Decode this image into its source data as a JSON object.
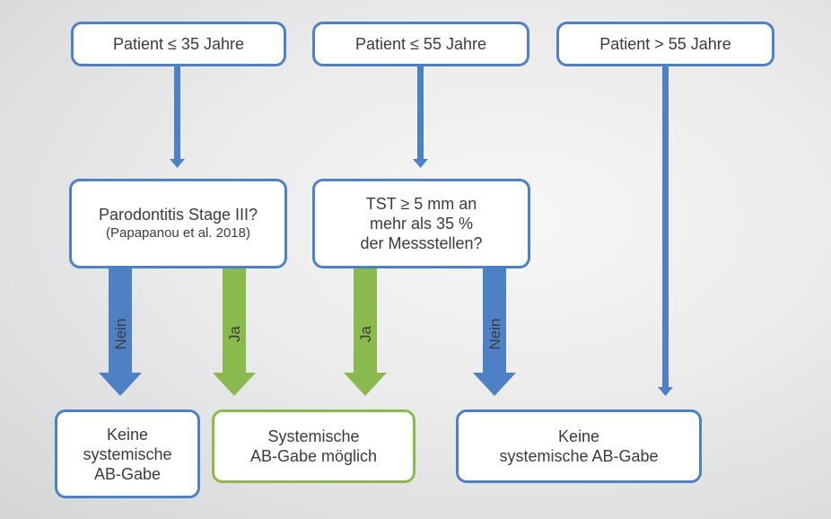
{
  "top_row": {
    "age_35": "Patient ≤ 35 Jahre",
    "age_55": "Patient ≤ 55 Jahre",
    "age_over_55": "Patient > 55 Jahre"
  },
  "decisions": {
    "parodontitis_question": "Parodontitis Stage III?",
    "parodontitis_reference": "(Papapanou et al. 2018)",
    "tst_line1": "TST ≥ 5 mm an",
    "tst_line2": "mehr als 35 %",
    "tst_line3": "der Messstellen?"
  },
  "arrow_labels": {
    "nein_left": "Nein",
    "ja_left": "Ja",
    "ja_right": "Ja",
    "nein_right": "Nein"
  },
  "outcomes": {
    "keine_left_line1": "Keine",
    "keine_left_line2": "systemische",
    "keine_left_line3": "AB-Gabe",
    "systemische_line1": "Systemische",
    "systemische_line2": "AB-Gabe möglich",
    "keine_right_line1": "Keine",
    "keine_right_line2": "systemische AB-Gabe"
  },
  "colors": {
    "blue": "#4d80c4",
    "green": "#8ab94d",
    "text": "#3b3b3b"
  }
}
